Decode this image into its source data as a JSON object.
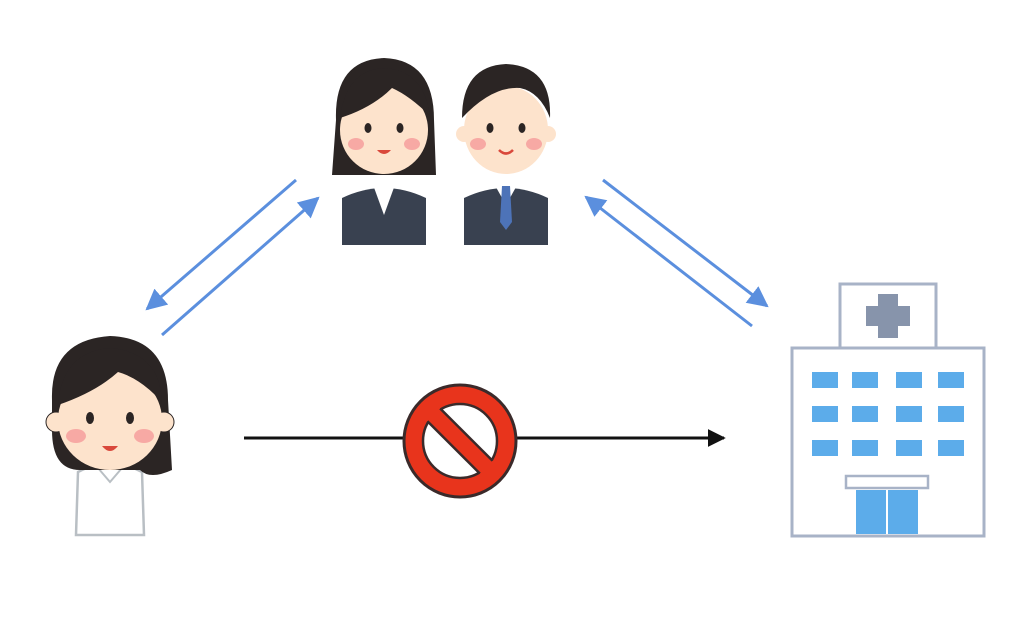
{
  "colors": {
    "background": "#ffffff",
    "flow_arrow": "#5b8fde",
    "direct_arrow": "#111111",
    "prohibited": "#e8341c",
    "prohibited_stroke": "#3a2a2a",
    "hair": "#2b2524",
    "skin": "#fde3cc",
    "cheek": "#f7a9a4",
    "suit": "#394150",
    "tie": "#4d73b8",
    "hospital_outline": "#a8b3c7",
    "hospital_window": "#5cacea",
    "hospital_cross": "#8794ab"
  },
  "nodes": [
    {
      "id": "person",
      "icon": "person-in-white-shirt-icon"
    },
    {
      "id": "agency",
      "icon": "two-business-people-icon"
    },
    {
      "id": "hospital",
      "icon": "hospital-building-icon"
    }
  ],
  "edges": [
    {
      "from": "person",
      "to": "agency",
      "style": "flow"
    },
    {
      "from": "agency",
      "to": "person",
      "style": "flow"
    },
    {
      "from": "agency",
      "to": "hospital",
      "style": "flow"
    },
    {
      "from": "hospital",
      "to": "agency",
      "style": "flow"
    },
    {
      "from": "person",
      "to": "hospital",
      "style": "direct",
      "prohibited": true,
      "icon": "prohibited-icon"
    }
  ]
}
